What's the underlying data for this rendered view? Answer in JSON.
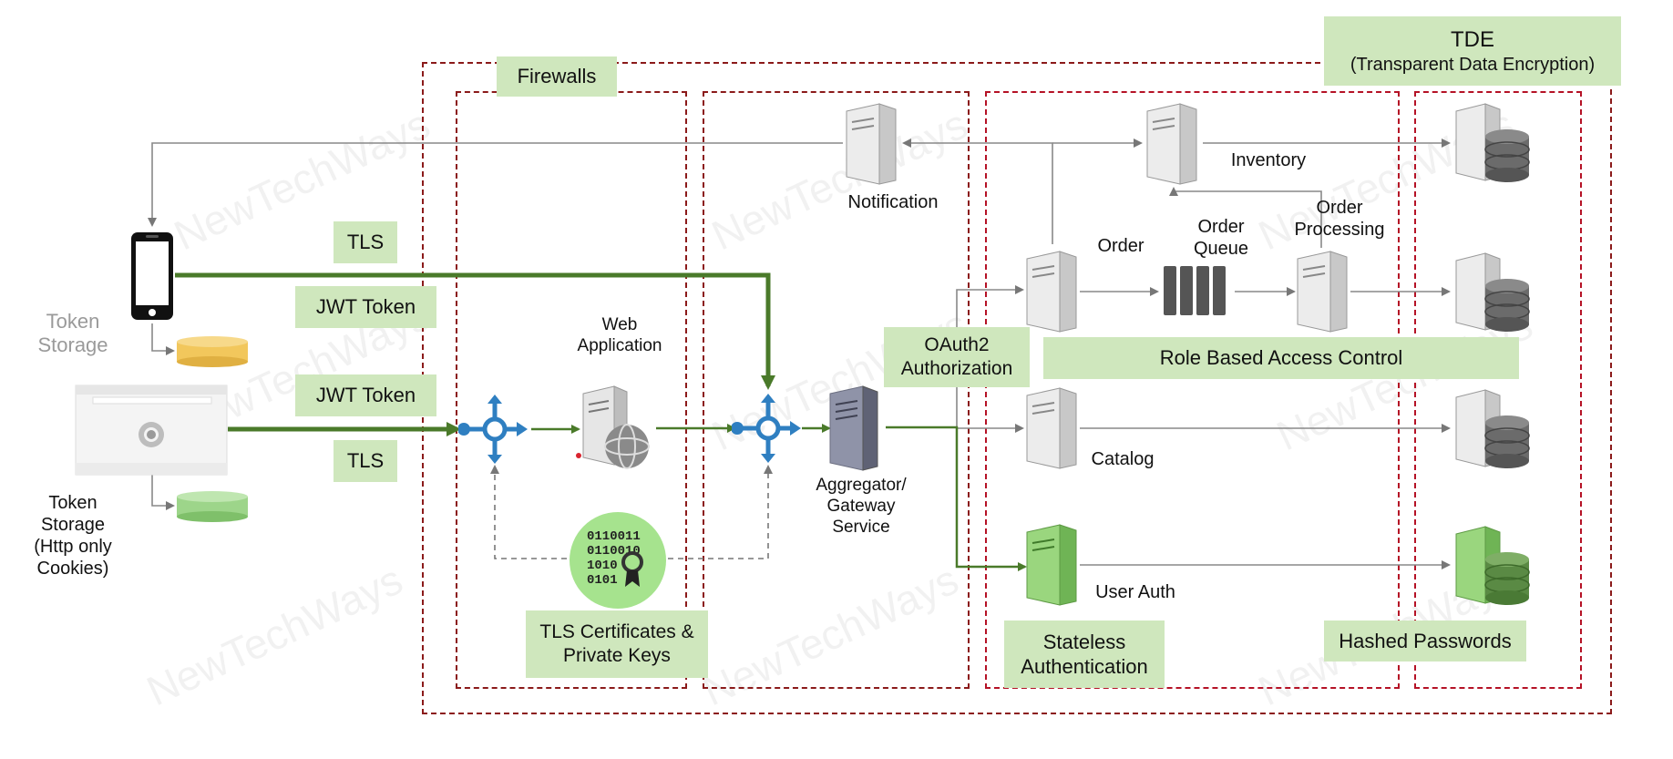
{
  "labels": {
    "firewalls": "Firewalls",
    "tde_title": "TDE",
    "tde_sub": "(Transparent Data Encryption)",
    "tls_top": "TLS",
    "jwt_top": "JWT Token",
    "jwt_bottom": "JWT Token",
    "tls_bottom": "TLS",
    "token_storage_top": "Token Storage",
    "token_storage_bottom": "Token Storage (Http only Cookies)",
    "web_application": "Web Application",
    "tls_certs": "TLS Certificates & Private Keys",
    "notification": "Notification",
    "inventory": "Inventory",
    "order": "Order",
    "order_queue": "Order Queue",
    "order_processing": "Order Processing",
    "oauth2": "OAuth2 Authorization",
    "rbac": "Role Based Access Control",
    "aggregator": "Aggregator/ Gateway Service",
    "catalog": "Catalog",
    "user_auth": "User Auth",
    "stateless_auth": "Stateless Authentication",
    "hashed_passwords": "Hashed Passwords",
    "watermark": "NewTechWays",
    "binary": [
      "0110011",
      "0110010",
      "1010",
      "0101"
    ]
  },
  "colors": {
    "label_box": "#cfe7bd",
    "firewall_border": "#8b1a1a",
    "green_flow": "#4a7a2a",
    "gateway_icon": "#2f7fc1",
    "connector": "#777777"
  }
}
